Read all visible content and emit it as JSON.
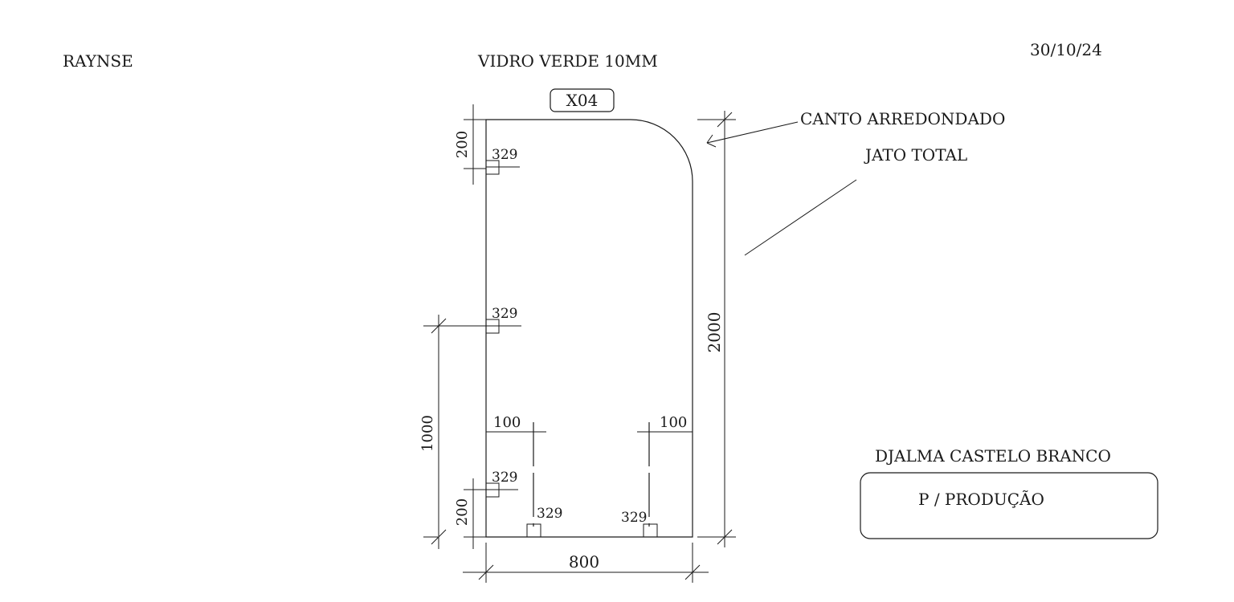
{
  "header": {
    "client": "RAYNSE",
    "material": "VIDRO VERDE 10MM",
    "date": "30/10/24"
  },
  "piece": {
    "code": "X04",
    "width": "800",
    "height": "2000"
  },
  "notes": {
    "corner": "CANTO ARREDONDADO",
    "finish": "JATO TOTAL"
  },
  "dimensions": {
    "top_offset": "200",
    "bottom_offset": "200",
    "middle_offset": "1000",
    "left_margin": "100",
    "right_margin": "100"
  },
  "hardware": {
    "labels": [
      "329",
      "329",
      "329",
      "329",
      "329"
    ]
  },
  "footer": {
    "location": "DJALMA CASTELO BRANCO",
    "stamp": "P / PRODUÇÃO"
  }
}
